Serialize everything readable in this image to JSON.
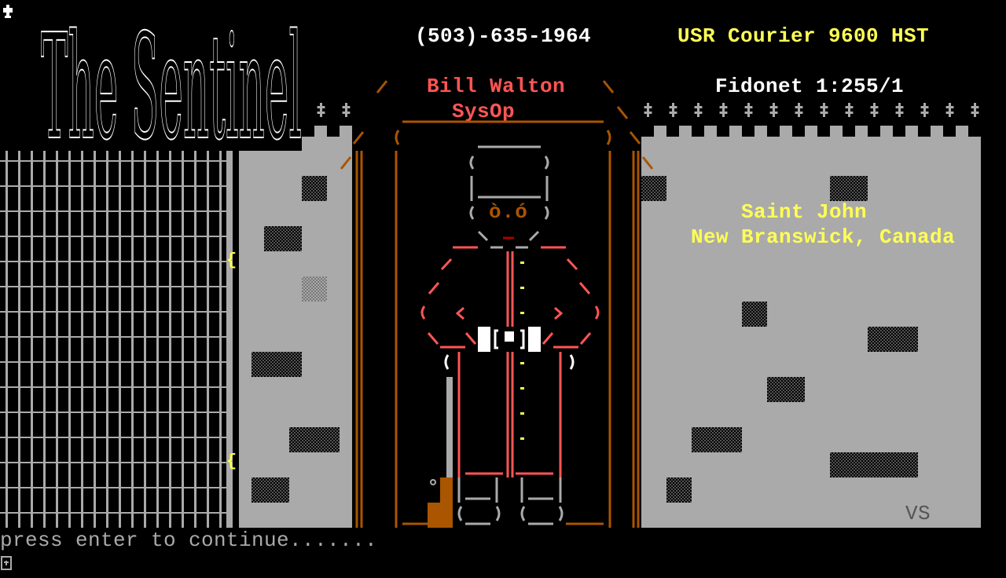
{
  "logo": "The Sentinel",
  "header": {
    "phone": "(503)-635-1964",
    "modem": "USR Courier 9600 HST",
    "sysop_name": "Bill Walton",
    "sysop_role": "SysOp",
    "fidonet": "Fidonet 1:255/1"
  },
  "location": {
    "city": "Saint John",
    "region": "New Branswick, Canada"
  },
  "guard_face": "ò.ó",
  "artist_signature": "VS",
  "prompt": "press enter to continue.......",
  "colors": {
    "gray": "#aaaaaa",
    "orange": "#aa5500",
    "red": "#ff5555",
    "yellow": "#ffff55",
    "dark": "#555555",
    "white": "#ffffff"
  }
}
